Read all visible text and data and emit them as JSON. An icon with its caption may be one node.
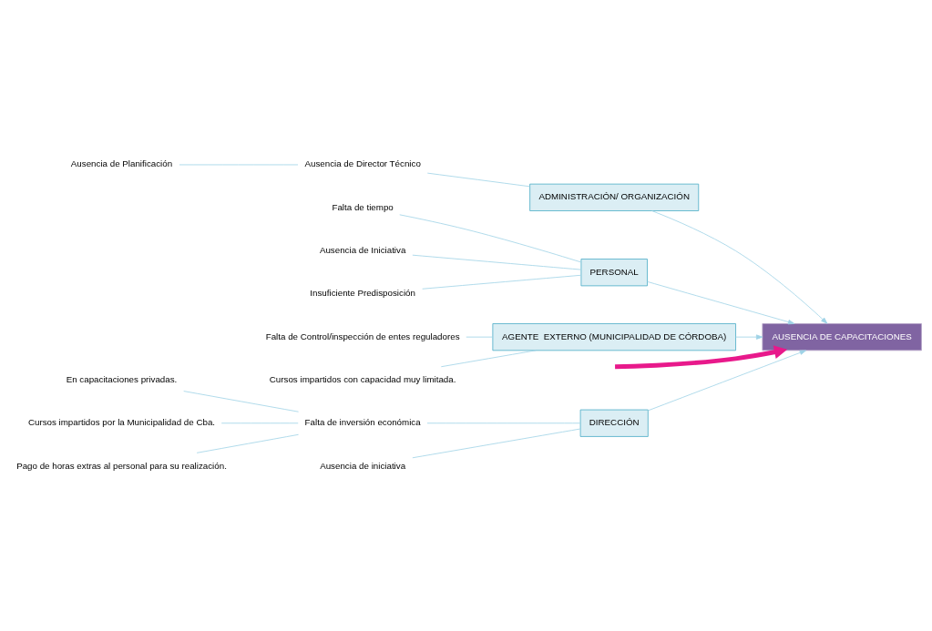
{
  "diagram": {
    "nodes": [
      {
        "text": [
          "DIRECCIÓN"
        ]
      },
      {
        "text": [
          "Falta de inversión económica"
        ]
      },
      {
        "text": [
          "En capacitaciones privadas."
        ]
      },
      {
        "text": [
          "Cursos impartidos por la Municipalidad de Cba."
        ]
      },
      {
        "text": [
          "Pago de horas extras al personal para su realización."
        ]
      },
      {
        "text": [
          "Ausencia de iniciativa"
        ]
      },
      {
        "text": [
          "ADMINISTRACIÓN/ ORGANIZACIÓN"
        ]
      },
      {
        "text": [
          "Ausencia de Director Técnico"
        ]
      },
      {
        "text": [
          "Ausencia de Planificación"
        ]
      },
      {
        "text": [
          "AUSENCIA DE CAPACITACIONES"
        ]
      },
      {
        "text": [
          "Falta de tiempo"
        ]
      },
      {
        "text": [
          "Ausencia de Iniciativa"
        ]
      },
      {
        "text": [
          "Insuficiente Predisposición"
        ]
      },
      {
        "text": [
          "PERSONAL"
        ]
      },
      {
        "text": [
          "Falta de Control/inspección de entes reguladores"
        ]
      },
      {
        "text": [
          "Cursos impartidos con capacidad muy limitada."
        ]
      },
      {
        "text": [
          "AGENTE  EXTERNO (MUNICIPALIDAD DE CÓRDOBA)"
        ]
      }
    ],
    "edges": [
      {
        "from": null,
        "to": 9,
        "arrow": "to",
        "style": "thick",
        "color": "#e8198b"
      },
      {
        "from": 0,
        "to": 9,
        "arrow": "to"
      },
      {
        "from": 6,
        "to": 9,
        "arrow": "to"
      },
      {
        "from": 13,
        "to": 9,
        "arrow": "to"
      },
      {
        "from": 16,
        "to": 9,
        "arrow": "to"
      },
      {
        "from": 1,
        "to": 0,
        "arrow": "none"
      },
      {
        "from": 5,
        "to": 0,
        "arrow": "none"
      },
      {
        "from": 2,
        "to": 1,
        "arrow": "none"
      },
      {
        "from": 3,
        "to": 1,
        "arrow": "none"
      },
      {
        "from": 4,
        "to": 1,
        "arrow": "none"
      },
      {
        "from": 7,
        "to": 6,
        "arrow": "none"
      },
      {
        "from": 8,
        "to": 7,
        "arrow": "none"
      },
      {
        "from": 10,
        "to": 13,
        "arrow": "none"
      },
      {
        "from": 11,
        "to": 13,
        "arrow": "none"
      },
      {
        "from": 12,
        "to": 13,
        "arrow": "none"
      },
      {
        "from": 14,
        "to": 16,
        "arrow": "none"
      },
      {
        "from": 15,
        "to": 16,
        "arrow": "none"
      }
    ]
  }
}
